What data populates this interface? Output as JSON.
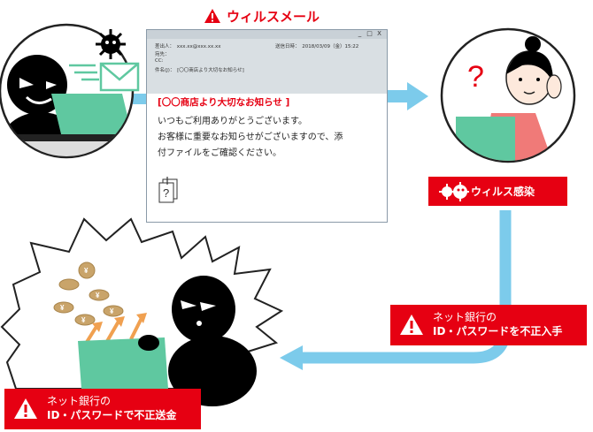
{
  "title": "ウィルスメール",
  "email": {
    "header_from": "差出人：　xxx.xx@xxx.xx.xx",
    "header_date": "送信日時：　2018/03/09（金）15:22",
    "header_to": "宛先：",
    "header_cc": "CC:",
    "header_subject": "件名(J)：　[〇〇商店より大切なお知らせ]",
    "subject": "[〇〇商店より大切なお知らせ ]",
    "body_line1": "いつもご利用ありがとうございます。",
    "body_line2": "お客様に重要なお知らせがございますので、添",
    "body_line3": "付ファイルをご確認ください。",
    "attachment_icon": "attachment-files-icon",
    "window_buttons": [
      "_",
      "□",
      "X"
    ]
  },
  "labels": {
    "virus_infection": "ウィルス感染",
    "steal_line1": "ネット銀行の",
    "steal_line2": "ID・パスワードを不正入手",
    "send_line1": "ネット銀行の",
    "send_line2": "ID・パスワードで不正送金"
  },
  "colors": {
    "alert_red": "#e60012",
    "arrow_blue": "#7ccbeb",
    "laptop_green": "#5fc8a0",
    "coin_gold": "#c9a46a",
    "arrow_orange": "#f0a050"
  },
  "icons": [
    "warning-icon",
    "email-envelope-icon",
    "virus-icon",
    "question-mark-icon",
    "attachment-files-icon"
  ]
}
